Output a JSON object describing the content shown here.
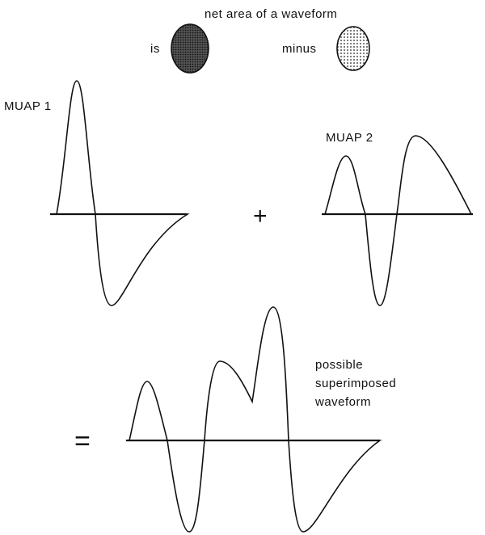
{
  "legend": {
    "title": "net area of a waveform",
    "positive_label": "is",
    "negative_label": "minus"
  },
  "waveforms": {
    "muap1_label": "MUAP 1",
    "muap2_label": "MUAP 2",
    "result_label_lines": [
      "possible",
      "superimposed",
      "waveform"
    ]
  },
  "operators": {
    "plus": "+",
    "equals": "="
  },
  "colors": {
    "positive_fill": "#2b2b2b",
    "negative_fill": "#bdbdbd",
    "ink": "#111111"
  }
}
